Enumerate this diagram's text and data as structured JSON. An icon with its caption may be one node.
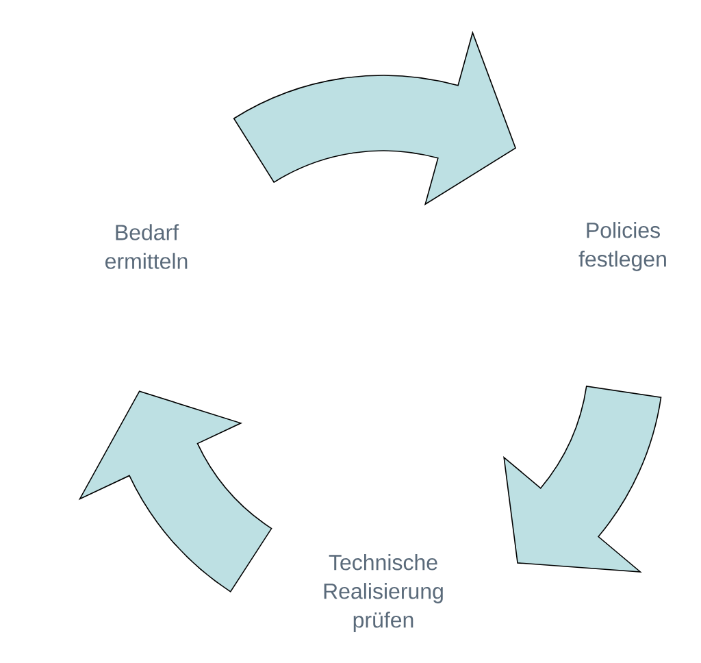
{
  "diagram": {
    "nodes": [
      {
        "text": [
          "Bedarf ermitteln"
        ]
      },
      {
        "text": [
          "Policies festlegen"
        ]
      },
      {
        "text": [
          "Technische Realisierung prüfen"
        ]
      }
    ],
    "edges": [
      {
        "from": 0,
        "to": 1,
        "arrow": "to"
      },
      {
        "from": 1,
        "to": 2,
        "arrow": "to"
      },
      {
        "from": 2,
        "to": 0,
        "arrow": "to"
      }
    ]
  }
}
